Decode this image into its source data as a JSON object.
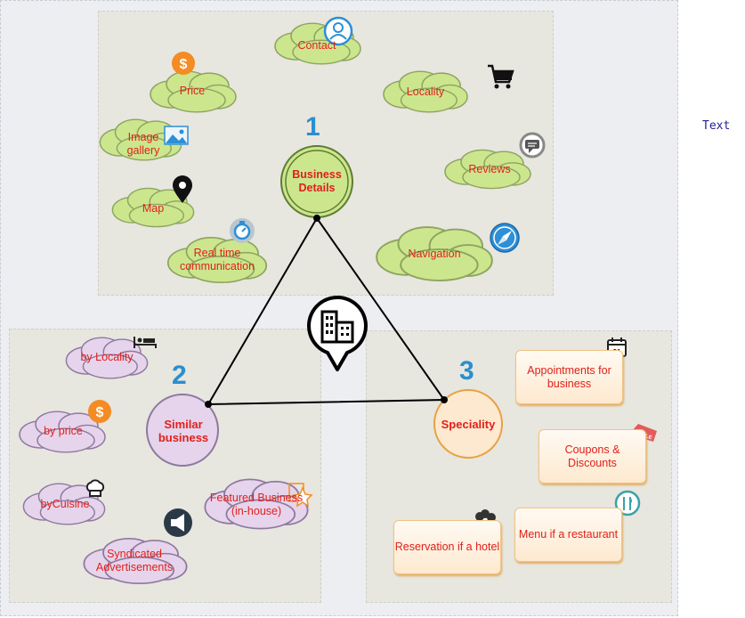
{
  "side_text": "Text",
  "center_icon": "office-building-marker-icon",
  "business_details": {
    "number": "1",
    "title": "Business Details",
    "items": [
      {
        "label": "Contact",
        "icon": "user-circle-icon"
      },
      {
        "label": "Price",
        "icon": "dollar-coin-icon"
      },
      {
        "label": "Locality",
        "icon": "shopping-cart-icon"
      },
      {
        "label": "Image gallery",
        "icon": "image-gallery-icon"
      },
      {
        "label": "Reviews",
        "icon": "chat-bubble-icon"
      },
      {
        "label": "Map",
        "icon": "map-pin-icon"
      },
      {
        "label": "Real time communication",
        "icon": "stopwatch-icon"
      },
      {
        "label": "Navigation",
        "icon": "compass-icon"
      }
    ]
  },
  "similar_business": {
    "number": "2",
    "title": "Similar business",
    "items": [
      {
        "label": "by Locality",
        "icon": "hotel-bed-icon"
      },
      {
        "label": "by price",
        "icon": "dollar-coin-icon"
      },
      {
        "label": "byCuisine",
        "icon": "chef-hat-icon"
      },
      {
        "label": "Featured Business (in-house)",
        "icon": "featured-star-icon"
      },
      {
        "label": "Syndicated Advertisements",
        "icon": "megaphone-icon"
      }
    ]
  },
  "speciality": {
    "number": "3",
    "title": "Speciality",
    "items": [
      {
        "label": "Appointments for business",
        "icon": "calendar-icon"
      },
      {
        "label": "Coupons & Discounts",
        "icon": "sale-tag-icon"
      },
      {
        "label": "Reservation if a hotel",
        "icon": "flower-icon"
      },
      {
        "label": "Menu if a restaurant",
        "icon": "cutlery-icon"
      }
    ]
  }
}
